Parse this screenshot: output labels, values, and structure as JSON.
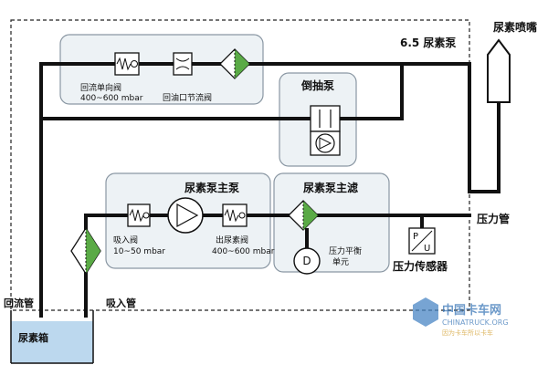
{
  "title": "6.5 尿素泵",
  "nozzle": "尿素喷嘴",
  "tank": "尿素箱",
  "return_pipe": "回流管",
  "suction_pipe": "吸入管",
  "pressure_pipe": "压力管",
  "pressure_sensor": "压力传感器",
  "sensor_symbol": {
    "p": "P",
    "u": "U"
  },
  "return_check_valve": {
    "name": "回流单向阀",
    "range": "400~600 mbar"
  },
  "return_throttle": {
    "name": "回油口节流阀"
  },
  "reverse_pump": {
    "name": "倒抽泵"
  },
  "main_pump": {
    "name": "尿素泵主泵"
  },
  "main_filter": {
    "name": "尿素泵主滤"
  },
  "inlet_valve": {
    "name": "吸入阀",
    "range": "10~50 mbar"
  },
  "outlet_valve": {
    "name": "出尿素阀",
    "range": "400~600 mbar"
  },
  "damper": {
    "symbol": "D",
    "name_line1": "压力平衡",
    "name_line2": "单元"
  },
  "watermark": {
    "brand_cn": "中国卡车网",
    "brand_en": "CHINATRUCK.ORG",
    "slogan": "因为卡车所以卡车"
  },
  "colors": {
    "filter_green": "#5aaa46",
    "tank_fill": "#bcd8ee",
    "group_fill": "#edf2f5"
  }
}
